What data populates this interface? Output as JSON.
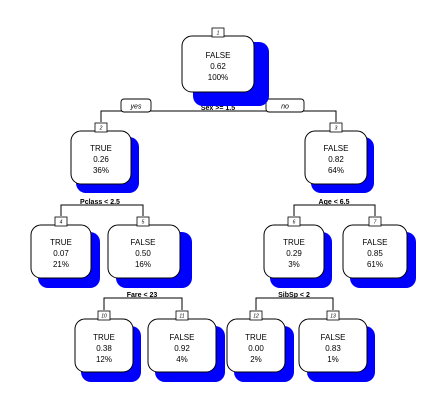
{
  "tree": {
    "branch_labels": {
      "left": "yes",
      "right": "no"
    },
    "splits": {
      "root": "Sex >= 1.5",
      "n2": "Pclass < 2.5",
      "n3": "Age < 6.5",
      "n5": "Fare < 23",
      "n6": "SibSp < 2"
    },
    "nodes": {
      "n1": {
        "id": "1",
        "class": "FALSE",
        "prob": "0.62",
        "pct": "100%"
      },
      "n2": {
        "id": "2",
        "class": "TRUE",
        "prob": "0.26",
        "pct": "36%"
      },
      "n3": {
        "id": "3",
        "class": "FALSE",
        "prob": "0.82",
        "pct": "64%"
      },
      "n4": {
        "id": "4",
        "class": "TRUE",
        "prob": "0.07",
        "pct": "21%"
      },
      "n5": {
        "id": "5",
        "class": "FALSE",
        "prob": "0.50",
        "pct": "16%"
      },
      "n6": {
        "id": "6",
        "class": "TRUE",
        "prob": "0.29",
        "pct": "3%"
      },
      "n7": {
        "id": "7",
        "class": "FALSE",
        "prob": "0.85",
        "pct": "61%"
      },
      "n10": {
        "id": "10",
        "class": "TRUE",
        "prob": "0.38",
        "pct": "12%"
      },
      "n11": {
        "id": "11",
        "class": "FALSE",
        "prob": "0.92",
        "pct": "4%"
      },
      "n12": {
        "id": "12",
        "class": "TRUE",
        "prob": "0.00",
        "pct": "2%"
      },
      "n13": {
        "id": "13",
        "class": "FALSE",
        "prob": "0.83",
        "pct": "1%"
      }
    },
    "colors": {
      "shadow": "#0000ff",
      "box": "#ffffff",
      "stroke": "#000000"
    }
  }
}
